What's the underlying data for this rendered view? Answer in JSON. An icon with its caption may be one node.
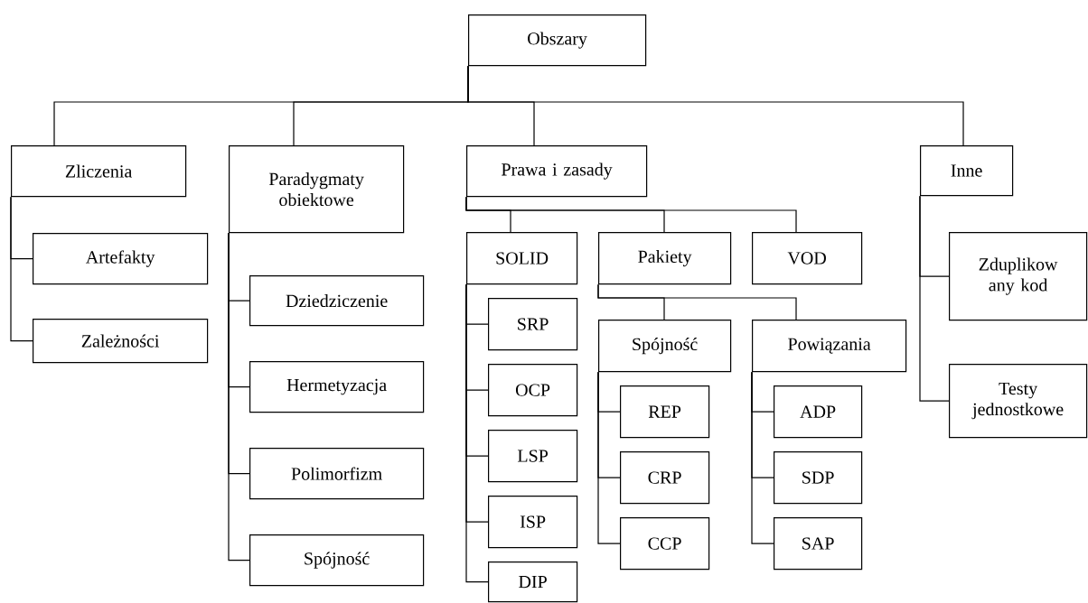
{
  "diagram": {
    "nodes": [
      {
        "text": [
          "Obszary"
        ]
      },
      {
        "text": [
          "Zliczenia"
        ]
      },
      {
        "text": [
          "Artefakty"
        ]
      },
      {
        "text": [
          "Zależności"
        ]
      },
      {
        "text": [
          "Paradygmaty obiektowe"
        ]
      },
      {
        "text": [
          "Dziedziczenie"
        ]
      },
      {
        "text": [
          "Hermetyzacja"
        ]
      },
      {
        "text": [
          "Polimorfizm"
        ]
      },
      {
        "text": [
          "Spójność"
        ]
      },
      {
        "text": [
          "Prawa i zasady"
        ]
      },
      {
        "text": [
          "SOLID"
        ]
      },
      {
        "text": [
          "SRP"
        ]
      },
      {
        "text": [
          "OCP"
        ]
      },
      {
        "text": [
          "LSP"
        ]
      },
      {
        "text": [
          "ISP"
        ]
      },
      {
        "text": [
          "DIP"
        ]
      },
      {
        "text": [
          "Pakiety"
        ]
      },
      {
        "text": [
          "Spójność"
        ]
      },
      {
        "text": [
          "REP"
        ]
      },
      {
        "text": [
          "CRP"
        ]
      },
      {
        "text": [
          "CCP"
        ]
      },
      {
        "text": [
          "Powiązania"
        ]
      },
      {
        "text": [
          "ADP"
        ]
      },
      {
        "text": [
          "SDP"
        ]
      },
      {
        "text": [
          "SAP"
        ]
      },
      {
        "text": [
          "VOD"
        ]
      },
      {
        "text": [
          "Inne"
        ]
      },
      {
        "text": [
          "Zduplikow any kod"
        ]
      },
      {
        "text": [
          "Testy jednostkowe"
        ]
      }
    ],
    "edges": [
      {
        "from": 0,
        "to": 1,
        "arrow": "none"
      },
      {
        "from": 0,
        "to": 4,
        "arrow": "none"
      },
      {
        "from": 0,
        "to": 9,
        "arrow": "none"
      },
      {
        "from": 0,
        "to": 26,
        "arrow": "none"
      },
      {
        "from": 1,
        "to": 2,
        "arrow": "none"
      },
      {
        "from": 1,
        "to": 3,
        "arrow": "none"
      },
      {
        "from": 4,
        "to": 5,
        "arrow": "none"
      },
      {
        "from": 4,
        "to": 6,
        "arrow": "none"
      },
      {
        "from": 4,
        "to": 7,
        "arrow": "none"
      },
      {
        "from": 4,
        "to": 8,
        "arrow": "none"
      },
      {
        "from": 9,
        "to": 10,
        "arrow": "none"
      },
      {
        "from": 9,
        "to": 16,
        "arrow": "none"
      },
      {
        "from": 9,
        "to": 25,
        "arrow": "none"
      },
      {
        "from": 10,
        "to": 11,
        "arrow": "none"
      },
      {
        "from": 10,
        "to": 12,
        "arrow": "none"
      },
      {
        "from": 10,
        "to": 13,
        "arrow": "none"
      },
      {
        "from": 10,
        "to": 14,
        "arrow": "none"
      },
      {
        "from": 10,
        "to": 15,
        "arrow": "none"
      },
      {
        "from": 16,
        "to": 17,
        "arrow": "none"
      },
      {
        "from": 16,
        "to": 21,
        "arrow": "none"
      },
      {
        "from": 17,
        "to": 18,
        "arrow": "none"
      },
      {
        "from": 17,
        "to": 19,
        "arrow": "none"
      },
      {
        "from": 17,
        "to": 20,
        "arrow": "none"
      },
      {
        "from": 21,
        "to": 22,
        "arrow": "none"
      },
      {
        "from": 21,
        "to": 23,
        "arrow": "none"
      },
      {
        "from": 21,
        "to": 24,
        "arrow": "none"
      },
      {
        "from": 26,
        "to": 27,
        "arrow": "none"
      },
      {
        "from": 26,
        "to": 28,
        "arrow": "none"
      }
    ]
  }
}
